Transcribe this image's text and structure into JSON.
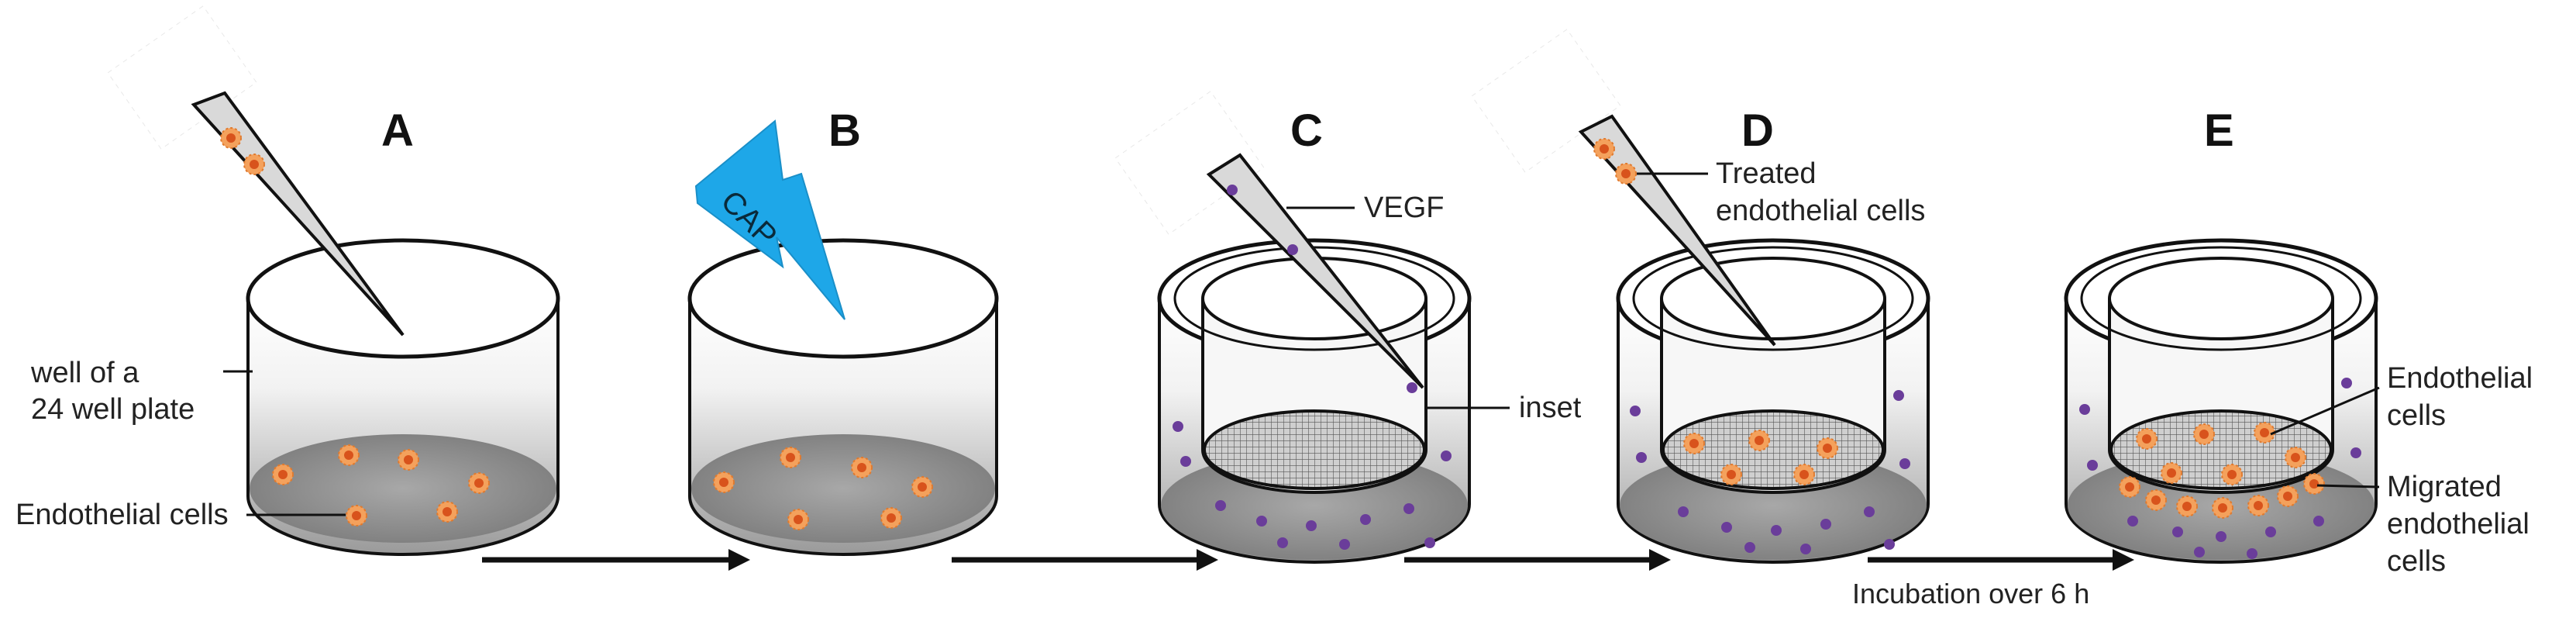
{
  "panels": [
    "A",
    "B",
    "C",
    "D",
    "E"
  ],
  "labels": {
    "well_line1": "well of a",
    "well_line2": "24 well plate",
    "endothelial_a": "Endothelial cells",
    "cap": "CAP",
    "vegf": "VEGF",
    "inset": "inset",
    "treated_line1": "Treated",
    "treated_line2": "endothelial cells",
    "e_endo_line1": "Endothelial",
    "e_endo_line2": "cells",
    "migrated_line1": "Migrated",
    "migrated_line2": "endothelial",
    "migrated_line3": "cells",
    "incubation": "Incubation over 6 h"
  },
  "colors": {
    "cell": "#f08a3a",
    "vegf_dot": "#6a3d9a",
    "cap_bolt": "#1ea7e8",
    "well_shade": "#8a8a8a",
    "outline": "#111111"
  }
}
